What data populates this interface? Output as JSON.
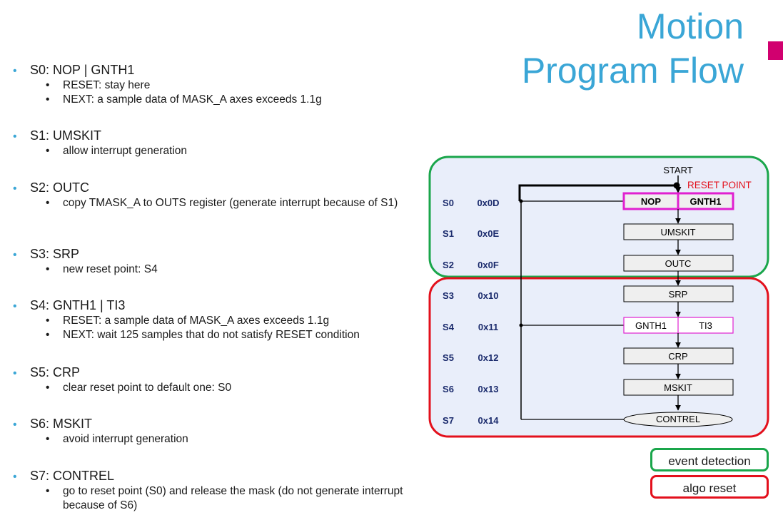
{
  "title": {
    "line1": "Motion",
    "line2": "Program Flow"
  },
  "states": [
    {
      "head": "S0: NOP | GNTH1",
      "items": [
        "RESET: stay here",
        "NEXT: a sample data of MASK_A axes exceeds 1.1g"
      ]
    },
    {
      "head": "S1: UMSKIT",
      "items": [
        "allow interrupt generation"
      ]
    },
    {
      "head": "S2: OUTC",
      "items": [
        "copy TMASK_A to OUTS register (generate interrupt because of S1)"
      ]
    },
    {
      "head": "S3: SRP",
      "items": [
        "new reset point: S4"
      ]
    },
    {
      "head": "S4: GNTH1 | TI3",
      "items": [
        "RESET: a sample data of MASK_A axes exceeds 1.1g",
        "NEXT: wait 125 samples that do not satisfy RESET condition"
      ]
    },
    {
      "head": "S5: CRP",
      "items": [
        "clear reset point to default one: S0"
      ]
    },
    {
      "head": "S6: MSKIT",
      "items": [
        "avoid interrupt generation"
      ]
    },
    {
      "head": "S7: CONTREL",
      "items": [
        "go to reset point (S0) and release the mask (do not generate interrupt because of S6)"
      ]
    }
  ],
  "diagram": {
    "start": "START",
    "reset_point": "RESET POINT",
    "rows": [
      {
        "state": "S0",
        "code": "0x0D",
        "box": [
          "NOP",
          "GNTH1"
        ]
      },
      {
        "state": "S1",
        "code": "0x0E",
        "box": [
          "UMSKIT"
        ]
      },
      {
        "state": "S2",
        "code": "0x0F",
        "box": [
          "OUTC"
        ]
      },
      {
        "state": "S3",
        "code": "0x10",
        "box": [
          "SRP"
        ]
      },
      {
        "state": "S4",
        "code": "0x11",
        "box": [
          "GNTH1",
          "TI3"
        ]
      },
      {
        "state": "S5",
        "code": "0x12",
        "box": [
          "CRP"
        ]
      },
      {
        "state": "S6",
        "code": "0x13",
        "box": [
          "MSKIT"
        ]
      },
      {
        "state": "S7",
        "code": "0x14",
        "box": [
          "CONTREL"
        ]
      }
    ],
    "colors": {
      "event": "#1aa64b",
      "reset": "#e3101c",
      "highlight": "#e020d0",
      "panel": "#e9eefa",
      "box": "#efefef"
    }
  },
  "legend": {
    "event": "event detection",
    "reset": "algo reset"
  }
}
